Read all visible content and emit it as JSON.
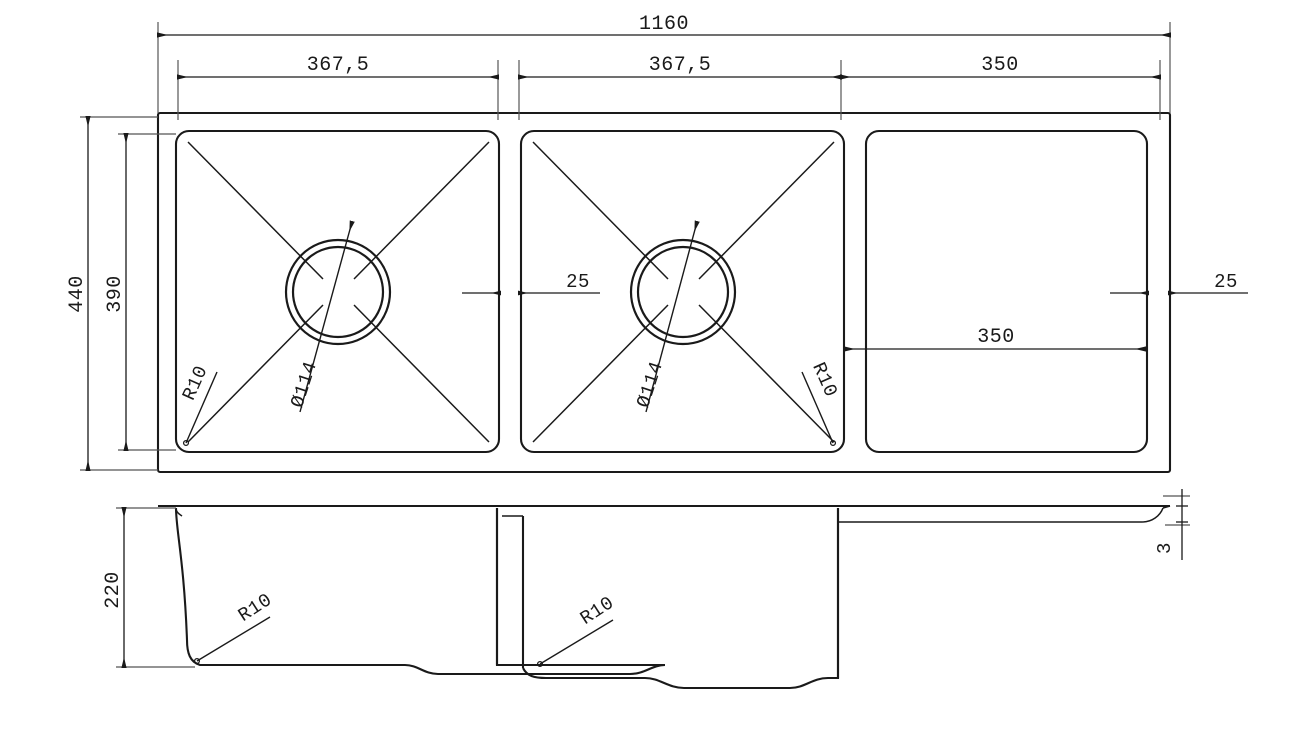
{
  "drawing": {
    "title": "Kitchen sink technical drawing — double bowl with right drainer",
    "type": "engineering-dimension-drawing",
    "units": "mm",
    "line_color": "#1a1a1a",
    "background": "#ffffff",
    "views": [
      {
        "name": "plan-view",
        "label": ""
      },
      {
        "name": "section-view",
        "label": ""
      }
    ]
  },
  "dimensions": {
    "overall_width": "1160",
    "bowl1_width": "367,5",
    "bowl2_width": "367,5",
    "drainer_width_top": "350",
    "overall_depth": "440",
    "bowl_depth": "390",
    "gap_center": "25",
    "gap_right": "25",
    "drainer_width_inner": "350",
    "bowl_height": "220",
    "plate_thickness": "3",
    "corner_radius_bowl1": "R10",
    "corner_radius_bowl2": "R10",
    "corner_radius_sec1": "R10",
    "corner_radius_sec2": "R10",
    "drain_diameter_1": "Ø114",
    "drain_diameter_2": "Ø114"
  }
}
